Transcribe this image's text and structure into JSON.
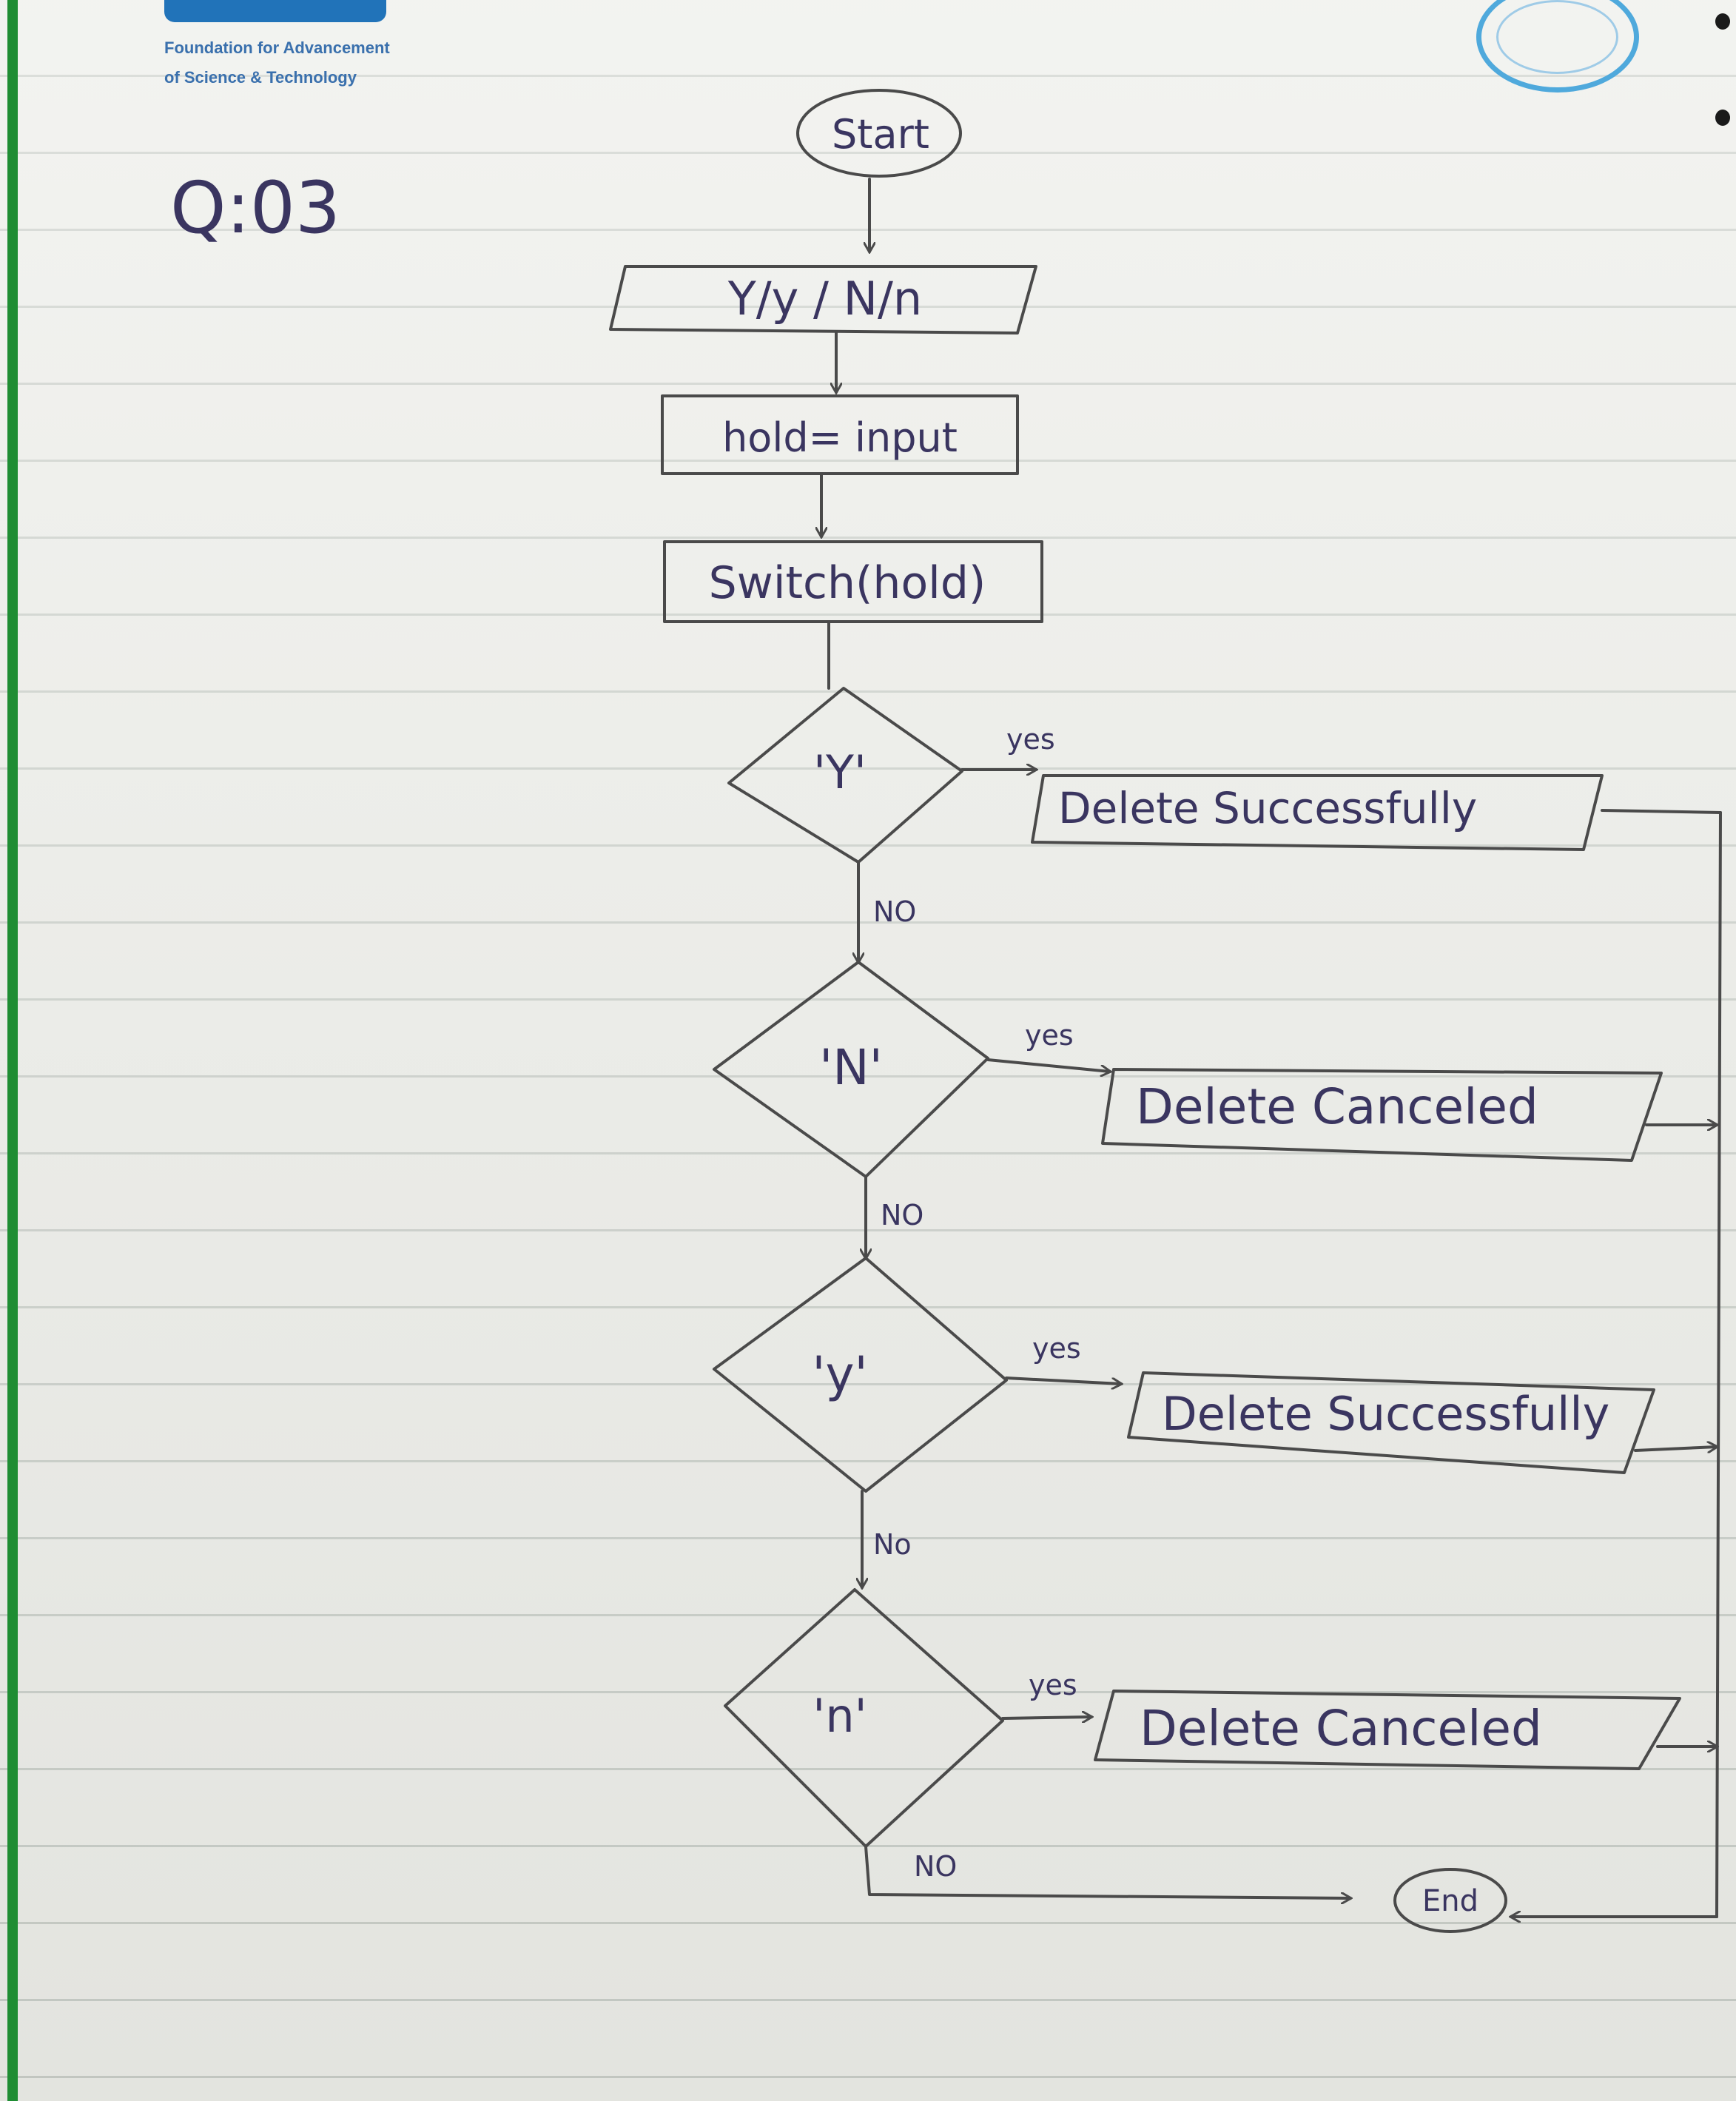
{
  "header": {
    "org_line1": "Foundation for Advancement",
    "org_line2": "of  Science &  Technology"
  },
  "question_label": "Q:03",
  "colors": {
    "ink": "#3a3560",
    "pencil": "#4a4a4a",
    "margin": "#1f8d33",
    "brand": "#2173b9"
  },
  "flowchart": {
    "start": "Start",
    "input": "Y/y  /  N/n",
    "assign": "hold= input",
    "switch": "Switch(hold)",
    "decisions": [
      {
        "label": "'Y'",
        "yes": "yes",
        "no": "NO",
        "action": "Delete  Successfully"
      },
      {
        "label": "'N'",
        "yes": "yes",
        "no": "NO",
        "action": "Delete  Canceled"
      },
      {
        "label": "'y'",
        "yes": "yes",
        "no": "No",
        "action": "Delete  Successfully"
      },
      {
        "label": "'n'",
        "yes": "yes",
        "no": "NO",
        "action": "Delete  Canceled"
      }
    ],
    "end": "End"
  }
}
